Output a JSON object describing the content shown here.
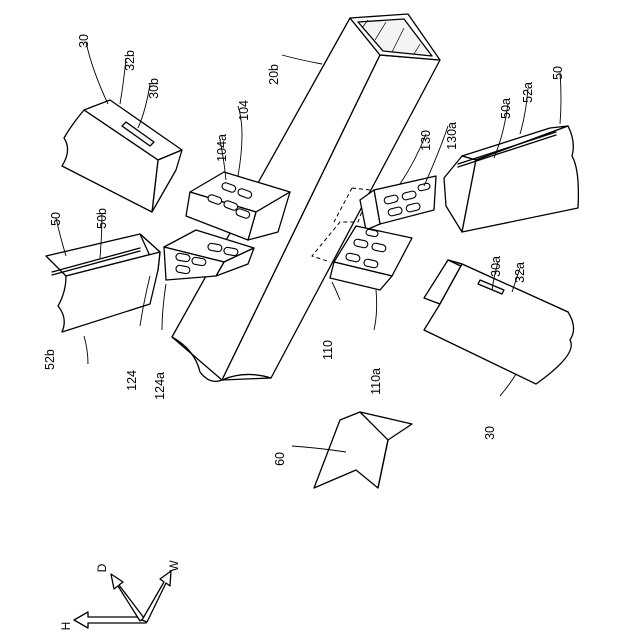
{
  "labels": {
    "l30_tl": "30",
    "l32b": "32b",
    "l30b": "30b",
    "l104a": "104a",
    "l104": "104",
    "l20b": "20b",
    "l130": "130",
    "l130a": "130a",
    "l50a": "50a",
    "l52a": "52a",
    "l50_r": "50",
    "l50_l": "50",
    "l50b": "50b",
    "l52b": "52b",
    "l124": "124",
    "l124a": "124a",
    "l110": "110",
    "l110a": "110a",
    "l30a": "30a",
    "l32a": "32a",
    "l30_br": "30",
    "l60": "60"
  },
  "axes": {
    "h": "H",
    "d": "D",
    "w": "W"
  }
}
